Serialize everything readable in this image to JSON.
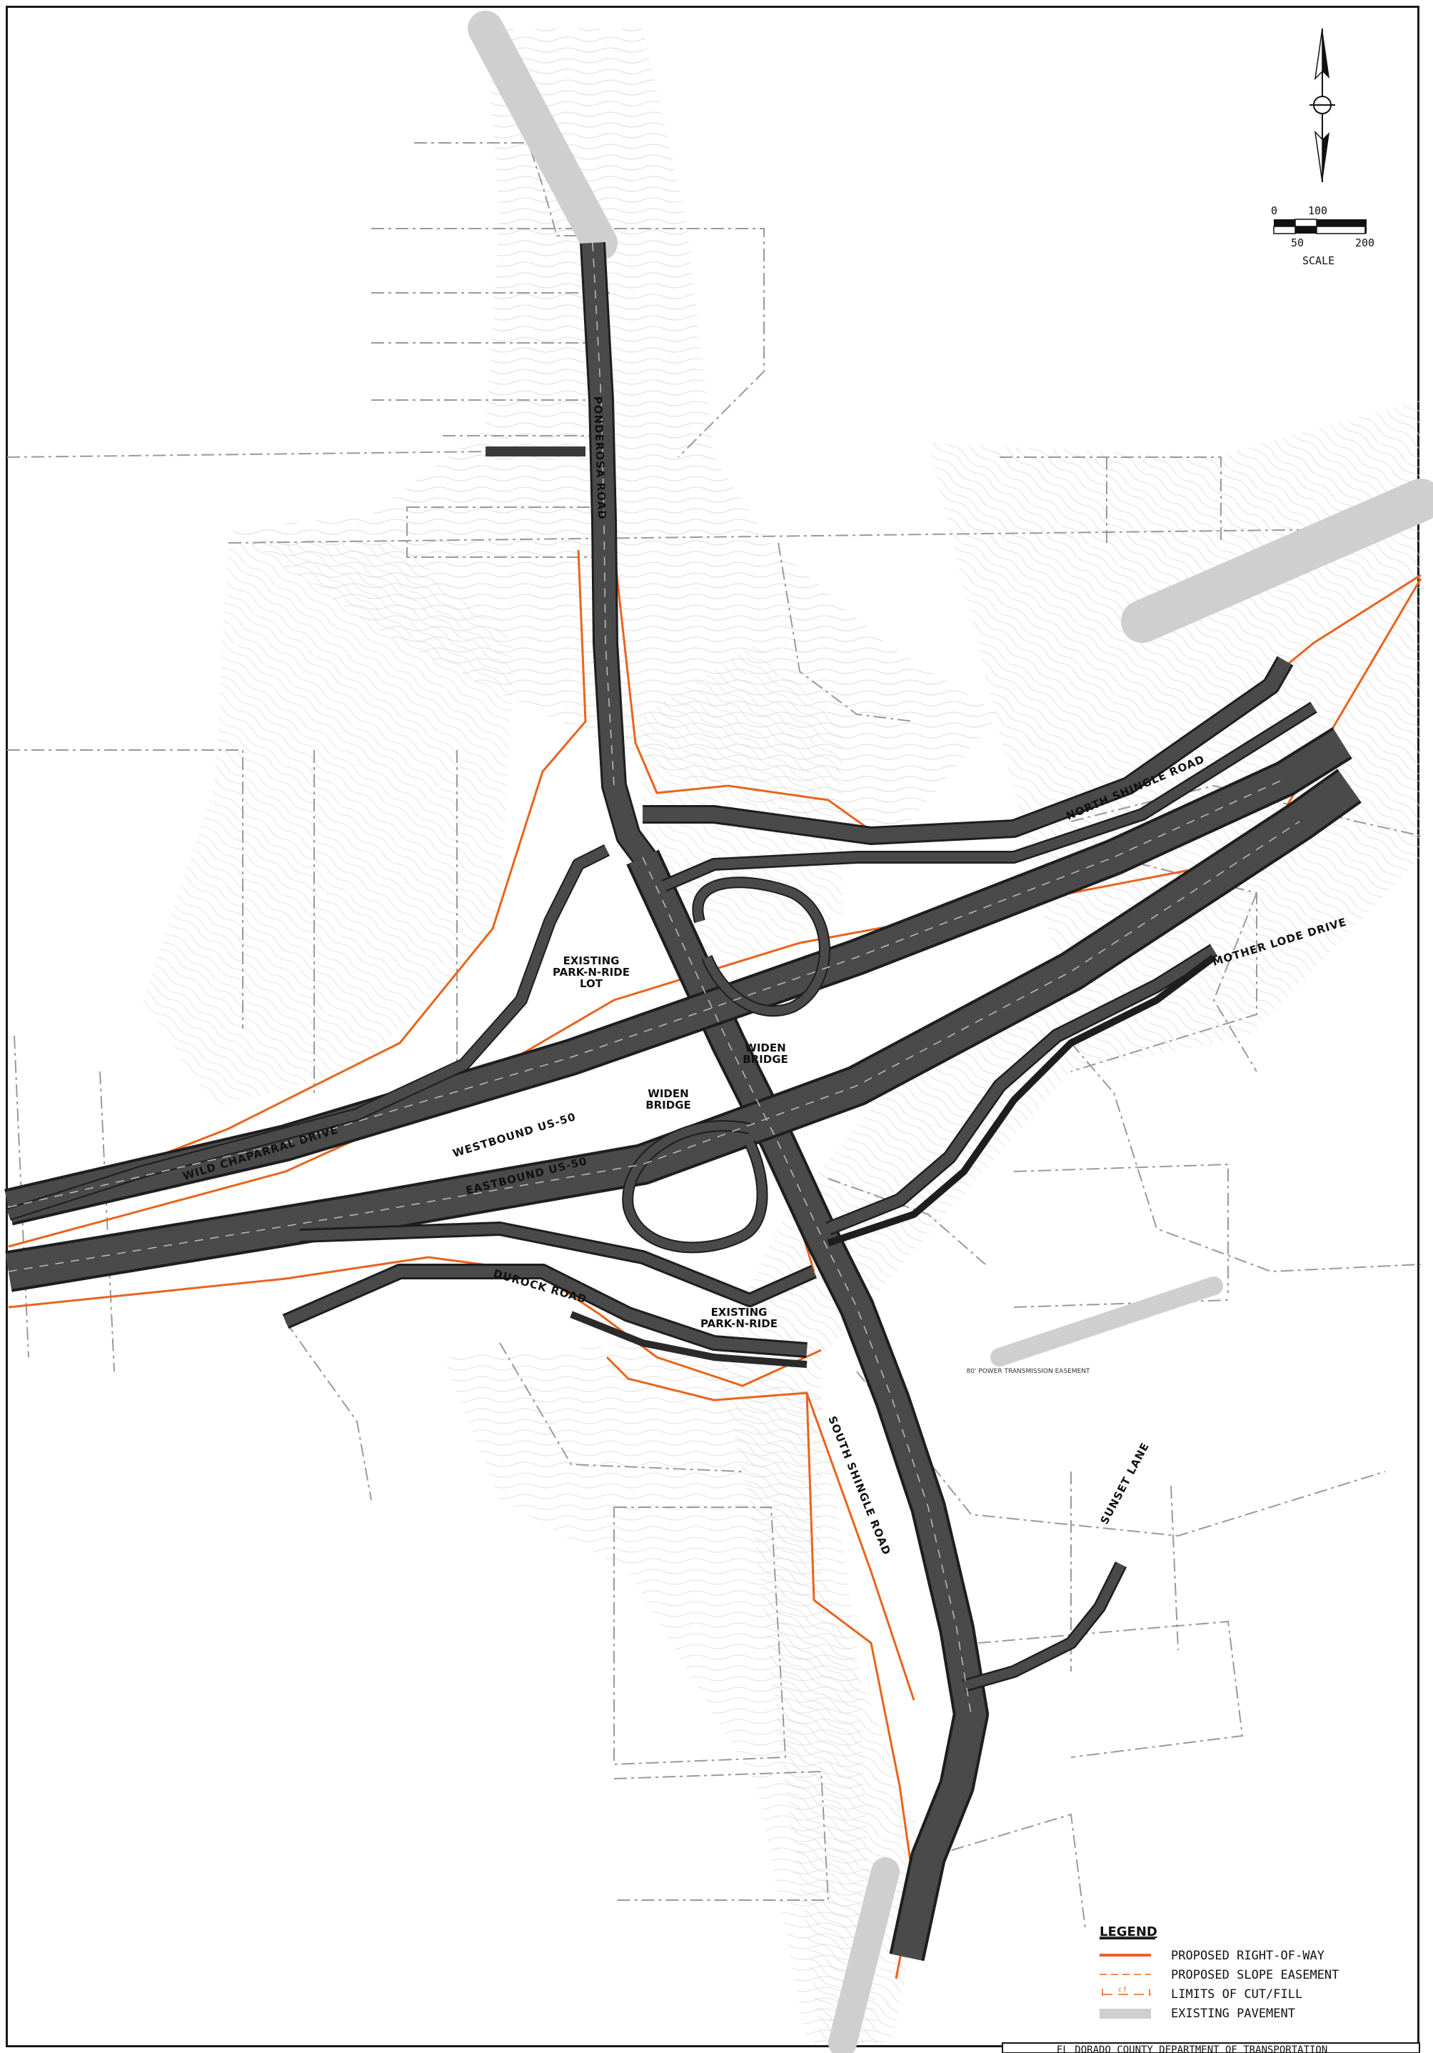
{
  "colors": {
    "proposed_right_of_way": "#e8641e",
    "road_fill": "#4a4a4a",
    "road_edge": "#1e1e1e",
    "parcel_line": "#9a9a9a",
    "contour": "#d6d6d6",
    "existing_pavement": "#cfcfcf"
  },
  "roads": {
    "ponderosa_road": "PONDEROSA ROAD",
    "north_shingle_road": "NORTH SHINGLE ROAD",
    "mother_lode_drive": "MOTHER LODE DRIVE",
    "wild_chaparral_drive": "WILD CHAPARRAL DRIVE",
    "westbound_us50": "WESTBOUND US-50",
    "eastbound_us50": "EASTBOUND US-50",
    "durock_road": "DUROCK ROAD",
    "south_shingle_road": "SOUTH SHINGLE ROAD",
    "sunset_lane": "SUNSET LANE"
  },
  "areas": {
    "park_n_ride_lot_1": "EXISTING",
    "park_n_ride_lot_2": "PARK-N-RIDE",
    "park_n_ride_lot_3": "LOT",
    "park_n_ride_1": "EXISTING",
    "park_n_ride_2": "PARK-N-RIDE",
    "widen_bridge_1a": "WIDEN",
    "widen_bridge_1b": "BRIDGE",
    "widen_bridge_2a": "WIDEN",
    "widen_bridge_2b": "BRIDGE",
    "power_easement": "80' POWER TRANSMISSION EASEMENT"
  },
  "scale": {
    "tick_0": "0",
    "tick_50": "50",
    "tick_100": "100",
    "tick_200": "200",
    "label": "SCALE"
  },
  "legend": {
    "title": "LEGEND",
    "items": [
      "PROPOSED RIGHT-OF-WAY",
      "PROPOSED SLOPE EASEMENT",
      "LIMITS OF CUT/FILL",
      "EXISTING PAVEMENT"
    ],
    "cut_fill_symbol": "c",
    "cut_fill_symbol_2": "f"
  },
  "title_block": "EL DORADO COUNTY DEPARTMENT OF TRANSPORTATION"
}
